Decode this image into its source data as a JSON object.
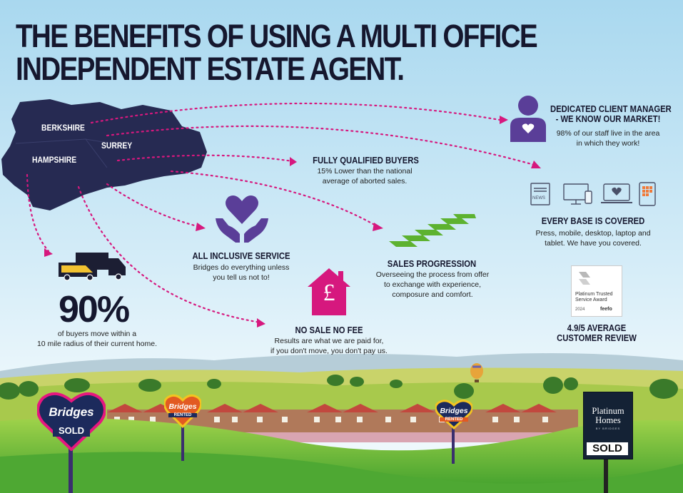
{
  "title": {
    "line1": "THE BENEFITS OF USING A MULTI OFFICE",
    "line2": "INDEPENDENT ESTATE AGENT."
  },
  "map": {
    "counties": [
      "BERKSHIRE",
      "SURREY",
      "HAMPSHIRE"
    ]
  },
  "stat": {
    "value": "90%",
    "line1": "of buyers move within a",
    "line2": "10 mile radius of their current home."
  },
  "benefits": {
    "client_manager": {
      "heading1": "DEDICATED CLIENT MANAGER",
      "heading2": "- WE KNOW OUR MARKET!",
      "line1": "98% of our staff live in the area",
      "line2": "in which they work!"
    },
    "qualified_buyers": {
      "heading": "FULLY QUALIFIED BUYERS",
      "line1": "15% Lower than the national",
      "line2": "average of aborted sales."
    },
    "every_base": {
      "heading": "EVERY BASE IS COVERED",
      "line1": "Press, mobile, desktop, laptop and",
      "line2": "tablet. We have you covered.",
      "device_news_label": "NEWS"
    },
    "all_inclusive": {
      "heading": "ALL INCLUSIVE SERVICE",
      "line1": "Bridges do everything unless",
      "line2": "you tell us not to!"
    },
    "sales_progression": {
      "heading": "SALES PROGRESSION",
      "line1": "Overseeing the process from offer",
      "line2": "to exchange with experience,",
      "line3": "composure and comfort."
    },
    "no_sale_no_fee": {
      "heading": "NO SALE NO FEE",
      "line1": "Results are what we are paid for,",
      "line2": "if you don't move, you don't pay us.",
      "icon_symbol": "£"
    }
  },
  "award": {
    "line1": "Platinum Trusted",
    "line2": "Service Award",
    "year": "2024",
    "brand": "feefo",
    "rating1": "4.9/5 AVERAGE",
    "rating2": "CUSTOMER REVIEW"
  },
  "signs": {
    "bridges_sold": {
      "brand": "Bridges",
      "status": "SOLD"
    },
    "bridges_rented_1": {
      "brand": "Bridges",
      "status": "RENTED"
    },
    "bridges_rented_2": {
      "brand": "Bridges",
      "status": "RENTED"
    },
    "platinum": {
      "brand1": "Platinum",
      "brand2": "Homes",
      "sub": "BY BRIDGES",
      "status": "SOLD"
    }
  },
  "colors": {
    "navy": "#15172e",
    "map_navy": "#262a52",
    "purple": "#5a3e98",
    "magenta": "#d6187e",
    "green": "#5db230",
    "sky_top": "#a8d7ee",
    "sky_bottom": "#eaf6fc"
  }
}
